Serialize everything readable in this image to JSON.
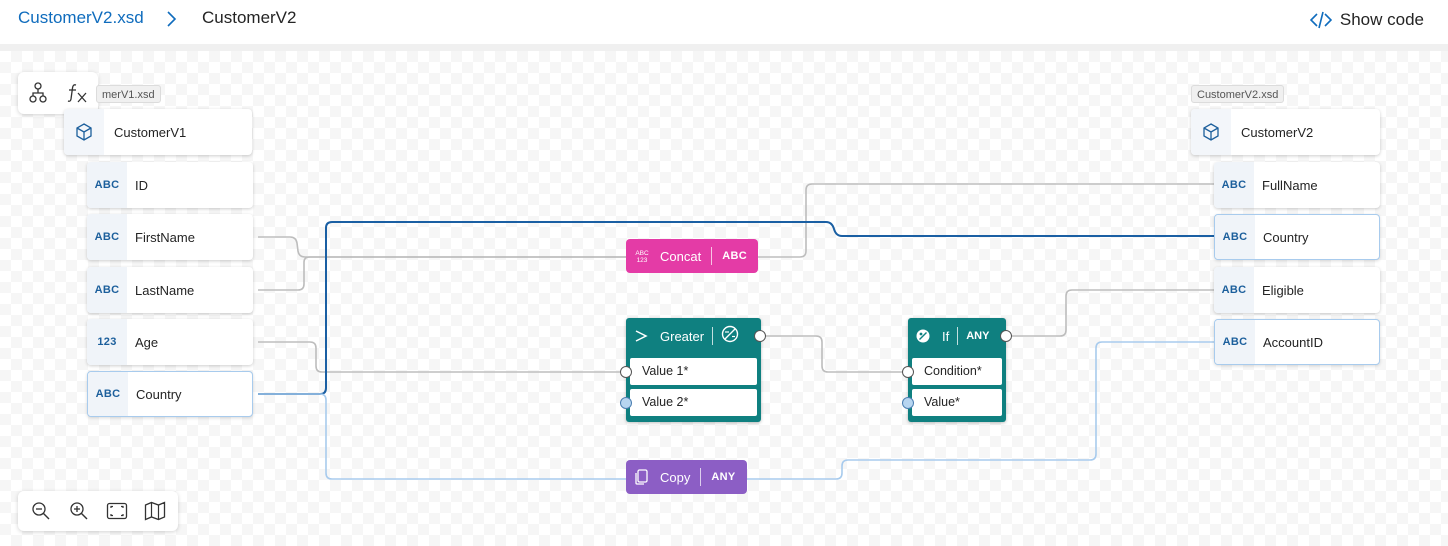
{
  "breadcrumb": {
    "file": "CustomerV2.xsd",
    "current": "CustomerV2"
  },
  "header": {
    "show_code_label": "Show code",
    "show_code_icon": "code-icon"
  },
  "toolbar_top": {
    "icons": [
      "schema-tree-icon",
      "function-fx-icon"
    ]
  },
  "toolbar_bottom": {
    "icons": [
      "zoom-out-icon",
      "zoom-in-icon",
      "fit-view-icon",
      "minimap-icon"
    ]
  },
  "source_schema": {
    "tag": "merV1.xsd",
    "root": "CustomerV1",
    "fields": [
      {
        "type": "ABC",
        "name": "ID"
      },
      {
        "type": "ABC",
        "name": "FirstName"
      },
      {
        "type": "ABC",
        "name": "LastName"
      },
      {
        "type": "123",
        "name": "Age"
      },
      {
        "type": "ABC",
        "name": "Country"
      }
    ]
  },
  "target_schema": {
    "tag": "CustomerV2.xsd",
    "root": "CustomerV2",
    "fields": [
      {
        "type": "ABC",
        "name": "FullName"
      },
      {
        "type": "ABC",
        "name": "Country"
      },
      {
        "type": "ABC",
        "name": "Eligible"
      },
      {
        "type": "ABC",
        "name": "AccountID"
      }
    ]
  },
  "functions": {
    "concat": {
      "name": "Concat",
      "output_type": "ABC",
      "icon_text_top": "ABC",
      "icon_text_bottom": "123",
      "color": "#e43ba6"
    },
    "greater": {
      "name": "Greater",
      "icon": "greater-than-icon",
      "inputs": [
        "Value 1*",
        "Value 2*"
      ],
      "output_icon": "boolean-icon",
      "color": "#0f8080"
    },
    "if": {
      "name": "If",
      "output_type": "ANY",
      "icon": "condition-icon",
      "inputs": [
        "Condition*",
        "Value*"
      ],
      "color": "#0f8080"
    },
    "copy": {
      "name": "Copy",
      "output_type": "ANY",
      "icon": "copy-icon",
      "color": "#8c5ec5"
    }
  },
  "colors": {
    "link": "#0f6cbd",
    "wire_gray": "#b9b9b9",
    "wire_blue": "#1a5fa3",
    "wire_light_blue": "#a8cbed"
  }
}
